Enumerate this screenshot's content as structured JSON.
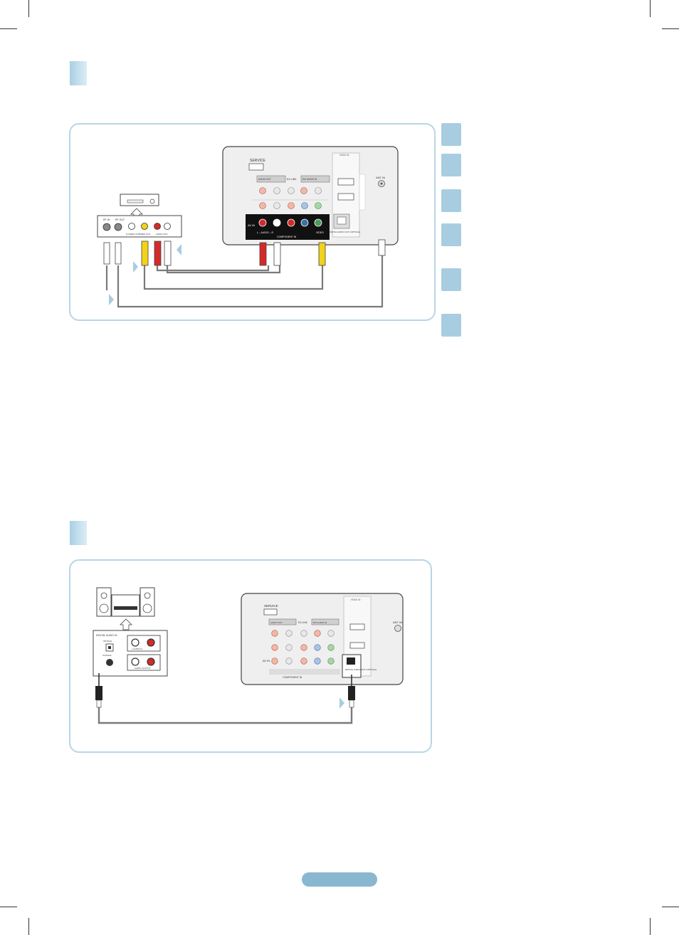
{
  "diagram1": {
    "tv_labels": {
      "service": "SERVICE",
      "hdmi_in": "HDMI IN",
      "ant_in": "ANT IN",
      "audio_out": "AUDIO OUT",
      "ex_link": "EX-LINK",
      "dvi_audio_in": "DVI AUDIO IN",
      "av_in": "AV IN",
      "component_in": "COMPONENT IN",
      "digital_audio_out": "DIGITAL AUDIO OUT (OPTICAL)",
      "audio_l_r": "L – AUDIO – R",
      "video": "VIDEO"
    },
    "vcr_labels": {
      "rf_in": "RF IN",
      "rf_out": "RF OUT",
      "svideo_out": "S-VIDEO OUT",
      "video_out": "VIDEO OUT",
      "audio_out": "AUDIO OUT"
    }
  },
  "diagram2": {
    "tv_labels": {
      "service": "SERVICE",
      "hdmi_in": "HDMI IN",
      "ant_in": "ANT IN",
      "audio_out": "AUDIO OUT",
      "ex_link": "EX-LINK",
      "dvi_audio_in": "DVI AUDIO IN",
      "av_in": "AV IN",
      "component_in": "COMPONENT IN",
      "digital_audio_out": "DIGITAL AUDIO OUT (OPTICAL)"
    },
    "amp_labels": {
      "digital_audio_out": "DIGITAL AUDIO IN",
      "optical": "OPTICAL",
      "coaxial": "COAXIAL",
      "audio_in": "L   AUDIO   R",
      "audio_output": "AUDIO OUTPUT"
    }
  },
  "colors": {
    "accent_light": "#a8cde0",
    "panel_border": "#b8d6e6",
    "cable": "#7a7a7a",
    "red_plug": "#d42a2a",
    "yellow_plug": "#f2d21b",
    "white_plug": "#ffffff",
    "green_jack": "#4c9a5a",
    "blue_jack": "#3d6fa8"
  }
}
